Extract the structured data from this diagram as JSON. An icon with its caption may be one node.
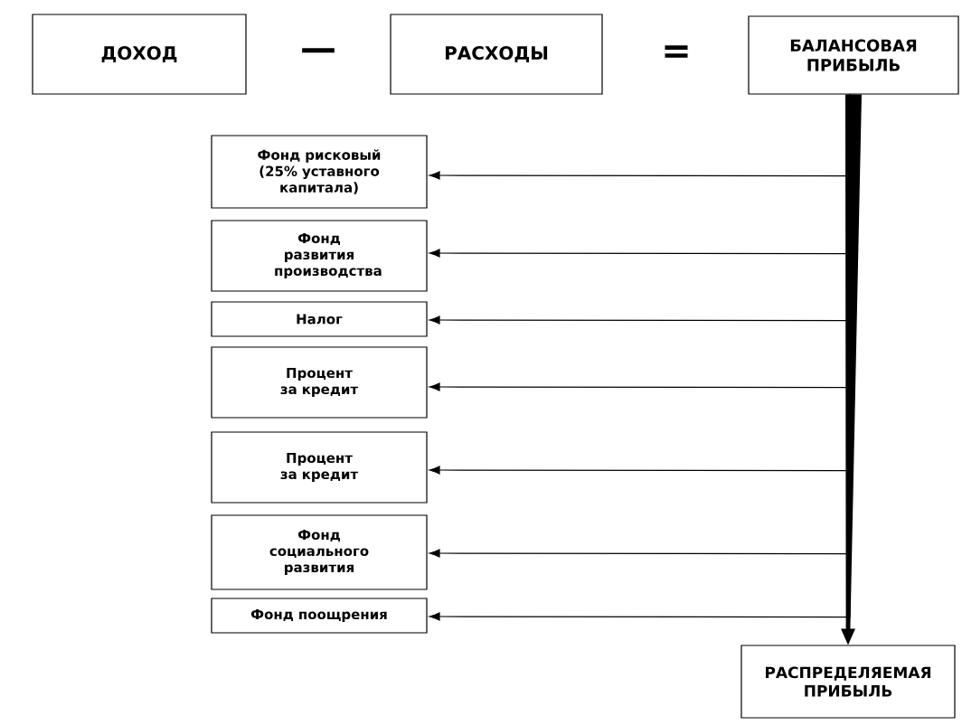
{
  "diagram": {
    "nodes": [
      {
        "text": [
          "ДОХОД"
        ]
      },
      {
        "text": [
          "РАСХОДЫ"
        ]
      },
      {
        "text": [
          "БАЛАНСОВАЯ ПРИБЫЛЬ"
        ]
      },
      {
        "text": [
          "Фонд рисковый (25% уставного капитала)"
        ]
      },
      {
        "text": [
          "Фонд развития производства"
        ]
      },
      {
        "text": [
          "Налог"
        ]
      },
      {
        "text": [
          "Процент за кредит"
        ]
      },
      {
        "text": [
          "Процент за кредит"
        ]
      },
      {
        "text": [
          "Фонд социального развития"
        ]
      },
      {
        "text": [
          "Фонд поощрения"
        ]
      },
      {
        "text": [
          "РАСПРЕДЕЛЯЕМАЯ ПРИБЫЛЬ"
        ]
      }
    ],
    "edges": [
      {
        "from": 2,
        "to": 10,
        "arrow": "to",
        "style": "thick"
      },
      {
        "from": 2,
        "to": 3,
        "arrow": "to"
      },
      {
        "from": 2,
        "to": 4,
        "arrow": "to"
      },
      {
        "from": 2,
        "to": 5,
        "arrow": "to"
      },
      {
        "from": 2,
        "to": 6,
        "arrow": "to"
      },
      {
        "from": 2,
        "to": 7,
        "arrow": "to"
      },
      {
        "from": 2,
        "to": 8,
        "arrow": "to"
      },
      {
        "from": 2,
        "to": 9,
        "arrow": "to"
      }
    ],
    "labels": [
      "—",
      "="
    ]
  }
}
